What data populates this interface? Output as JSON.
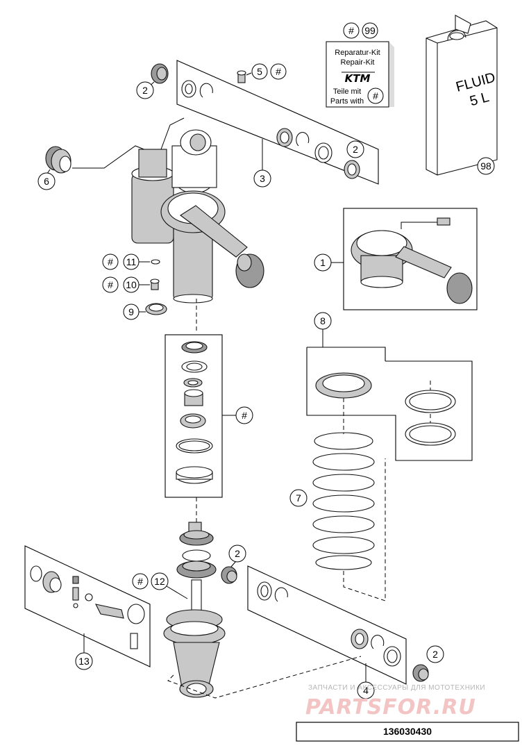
{
  "callouts": {
    "c1": "1",
    "c2a": "2",
    "c2b": "2",
    "c2c": "2",
    "c2d": "2",
    "c3": "3",
    "c4": "4",
    "c5": "5",
    "c6": "6",
    "c7": "7",
    "c8": "8",
    "c9": "9",
    "c10": "10",
    "c11": "11",
    "c12": "12",
    "c13": "13",
    "c98": "98",
    "c99": "99",
    "h1": "#",
    "h2": "#",
    "h3": "#",
    "h4": "#",
    "h5": "#",
    "h6": "#"
  },
  "repair_kit": {
    "line1": "Reparatur-Kit",
    "line2": "Repair-Kit",
    "brand": "KTM",
    "line3": "Teile mit",
    "line4": "Parts with",
    "hash": "#"
  },
  "fluid_can": {
    "label1": "FLUID",
    "label2": "5 L"
  },
  "watermark": {
    "top": "ЗАПЧАСТИ И АКСЕССУАРЫ ДЛЯ МОТОТЕХНИКИ",
    "logo": "PARTSFOR.RU"
  },
  "diagram_code": "136030430",
  "colors": {
    "ink": "#000000",
    "part_grey": "#c8c8c8",
    "watermark": "#f2c4c4"
  }
}
